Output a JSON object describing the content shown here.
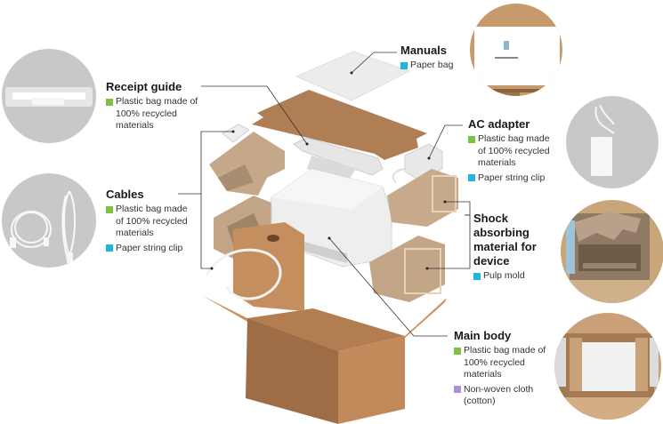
{
  "colors": {
    "recycled_plastic": "#7dc242",
    "paper": "#21b4e0",
    "nonwoven": "#a98fe0",
    "cardboard": "#b98a5e",
    "pulp": "#c9ae8e",
    "photo_bg": "#c8c8c8",
    "leader_line": "#333333"
  },
  "labels": {
    "manuals": {
      "title": "Manuals",
      "materials": [
        {
          "swatch": "paper",
          "text": "Paper bag"
        }
      ]
    },
    "receipt_guide": {
      "title": "Receipt guide",
      "materials": [
        {
          "swatch": "recycled_plastic",
          "text": "Plastic bag made of 100% recycled materials"
        }
      ]
    },
    "cables": {
      "title": "Cables",
      "materials": [
        {
          "swatch": "recycled_plastic",
          "text": "Plastic bag made of 100% recycled materials"
        },
        {
          "swatch": "paper",
          "text": "Paper string clip"
        }
      ]
    },
    "ac_adapter": {
      "title": "AC adapter",
      "materials": [
        {
          "swatch": "recycled_plastic",
          "text": "Plastic bag made of 100% recycled materials"
        },
        {
          "swatch": "paper",
          "text": "Paper string clip"
        }
      ]
    },
    "shock_absorbing": {
      "title": "Shock absorbing material for device",
      "materials": [
        {
          "swatch": "paper",
          "text": "Pulp mold"
        }
      ]
    },
    "main_body": {
      "title": "Main body",
      "materials": [
        {
          "swatch": "recycled_plastic",
          "text": "Plastic bag made of 100% recycled materials"
        },
        {
          "swatch": "nonwoven",
          "text": "Non-woven cloth (cotton)"
        }
      ]
    }
  },
  "photos": [
    {
      "id": "receipt-guide-photo",
      "icon": "receipt-guide-in-bag"
    },
    {
      "id": "cables-photo",
      "icon": "coiled-usb-cables"
    },
    {
      "id": "manuals-photo",
      "icon": "manual-in-box"
    },
    {
      "id": "ac-adapter-photo",
      "icon": "white-ac-adapter"
    },
    {
      "id": "pulp-mold-photo",
      "icon": "pulp-mold-in-box"
    },
    {
      "id": "main-body-photo",
      "icon": "scanner-in-box"
    }
  ]
}
